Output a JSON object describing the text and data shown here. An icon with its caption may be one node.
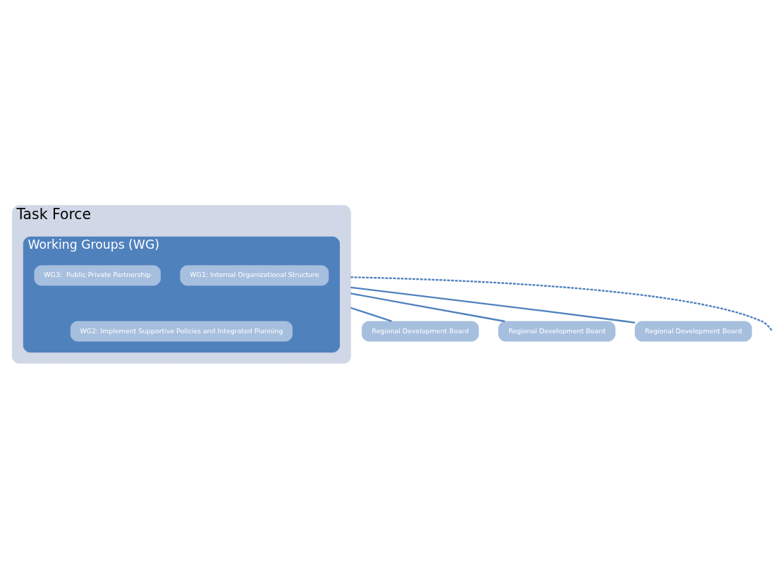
{
  "diagram": {
    "nodes": [
      {
        "text": [
          "Task Force"
        ]
      },
      {
        "text": [
          "Working Groups (WG)"
        ],
        "in": 0
      },
      {
        "text": [
          "WG1: Internal Organizational Structure"
        ],
        "in": 1
      },
      {
        "text": [
          "WG3:  Public Private Partnership"
        ],
        "in": 1
      },
      {
        "text": [
          "WG2: Implement Supportive Policies and Integrated Planning"
        ],
        "in": 1
      },
      {
        "text": [
          "Regional Development Board"
        ]
      },
      {
        "text": [
          "Regional Development Board"
        ]
      },
      {
        "text": [
          "Regional Development Board"
        ]
      }
    ],
    "edges": [
      {
        "from": 0,
        "to": 5,
        "arrow": "none"
      },
      {
        "from": 0,
        "to": 6,
        "arrow": "none"
      },
      {
        "from": 0,
        "to": 7,
        "arrow": "none"
      },
      {
        "from": 0,
        "to": null,
        "arrow": "none",
        "style": "dashed"
      }
    ]
  }
}
